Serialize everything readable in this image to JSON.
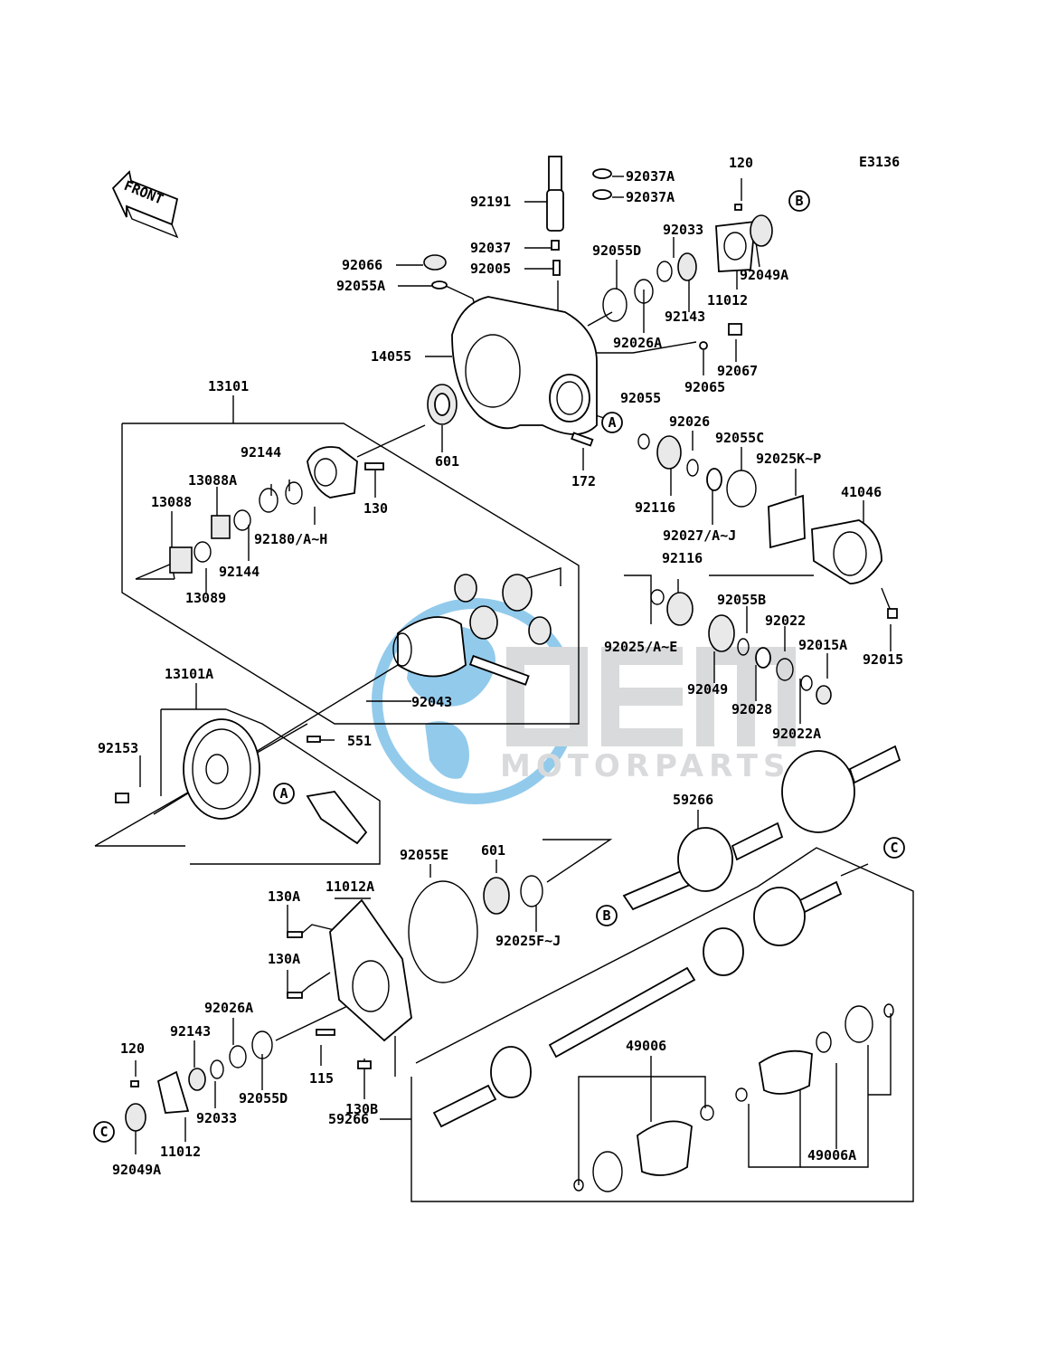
{
  "diagram_code": "E3136",
  "front_label": "FRONT",
  "watermark": {
    "brand": "OEM",
    "sub": "MOTORPARTS",
    "color": "#3aa0dc",
    "gray": "#b9bcbf"
  },
  "refs": {
    "A": "A",
    "B": "B",
    "C": "C"
  },
  "labels": {
    "l92037A_1": "92037A",
    "l92037A_2": "92037A",
    "l92191": "92191",
    "l92037": "92037",
    "l92005": "92005",
    "l92066": "92066",
    "l92055A": "92055A",
    "l14055": "14055",
    "l92055D_top": "92055D",
    "l92033_top": "92033",
    "l120_top": "120",
    "l92049A_top": "92049A",
    "l11012_top": "11012",
    "l92143_top": "92143",
    "l92026A_top": "92026A",
    "l92067": "92067",
    "l92065": "92065",
    "l601_top": "601",
    "l172": "172",
    "l92055": "92055",
    "l92026": "92026",
    "l92055C": "92055C",
    "l92025KP": "92025K~P",
    "l92116_a": "92116",
    "l41046": "41046",
    "l92027AJ": "92027/A~J",
    "l92116_b": "92116",
    "l13101": "13101",
    "l92144_a": "92144",
    "l13088A": "13088A",
    "l13088": "13088",
    "l130": "130",
    "l92180AH": "92180/A~H",
    "l92144_b": "92144",
    "l13089": "13089",
    "l92055B": "92055B",
    "l92022": "92022",
    "l92015A": "92015A",
    "l92015": "92015",
    "l92025AE": "92025/A~E",
    "l92049": "92049",
    "l92028": "92028",
    "l92022A": "92022A",
    "l92043": "92043",
    "l13101A": "13101A",
    "l92153": "92153",
    "l551": "551",
    "l59266_top": "59266",
    "l92055E": "92055E",
    "l601_bot": "601",
    "l130A_1": "130A",
    "l11012A": "11012A",
    "l130A_2": "130A",
    "l92025FJ": "92025F~J",
    "l92026A_bot": "92026A",
    "l92143_bot": "92143",
    "l120_bot": "120",
    "l115": "115",
    "l92055D_bot": "92055D",
    "l92033_bot": "92033",
    "l130B": "130B",
    "l11012_bot": "11012",
    "l92049A_bot": "92049A",
    "l49006": "49006",
    "l49006A": "49006A",
    "l59266_bot": "59266"
  }
}
